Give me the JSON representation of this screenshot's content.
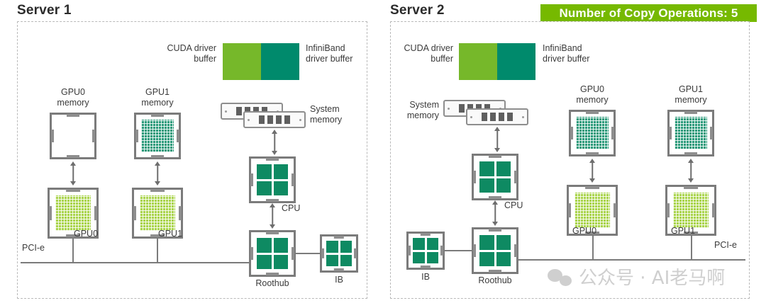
{
  "panels": {
    "left": {
      "title": "Server 1",
      "legend": {
        "cuda_label": "CUDA driver\nbuffer",
        "cuda_color": "#76b82a",
        "ib_label": "InfiniBand\ndriver buffer",
        "ib_color": "#008a6c"
      },
      "labels": {
        "gpu0_memory": "GPU0\nmemory",
        "gpu1_memory": "GPU1\nmemory",
        "system_memory": "System\nmemory",
        "cpu": "CPU",
        "gpu0": "GPU0",
        "gpu1": "GPU1",
        "roothub": "Roothub",
        "ib": "IB",
        "pcie": "PCI-e"
      }
    },
    "right": {
      "title": "Server 2",
      "legend": {
        "cuda_label": "CUDA driver\nbuffer",
        "cuda_color": "#76b82a",
        "ib_label": "InfiniBand\ndriver buffer",
        "ib_color": "#008a6c"
      },
      "labels": {
        "gpu0_memory": "GPU0\nmemory",
        "gpu1_memory": "GPU1\nmemory",
        "system_memory": "System\nmemory",
        "cpu": "CPU",
        "gpu0": "GPU0",
        "gpu1": "GPU1",
        "roothub": "Roothub",
        "ib": "IB",
        "pcie": "PCI-e"
      }
    }
  },
  "badge": {
    "text": "Number of Copy Operations: 5",
    "count": 5,
    "background": "#76b900",
    "color": "#ffffff"
  },
  "watermark": {
    "text": "公众号 · AI老马啊",
    "icon": "wechat-icon",
    "color": "#cfcfcf"
  },
  "colors": {
    "cuda_buffer_green": "#76b82a",
    "ib_buffer_teal": "#008a6c",
    "die_lime": "#a9d44b",
    "die_teal": "#2a9a7a",
    "quad_green": "#0e8a62",
    "chip_border": "#7b7b7b",
    "panel_border": "#b9b9b9"
  }
}
